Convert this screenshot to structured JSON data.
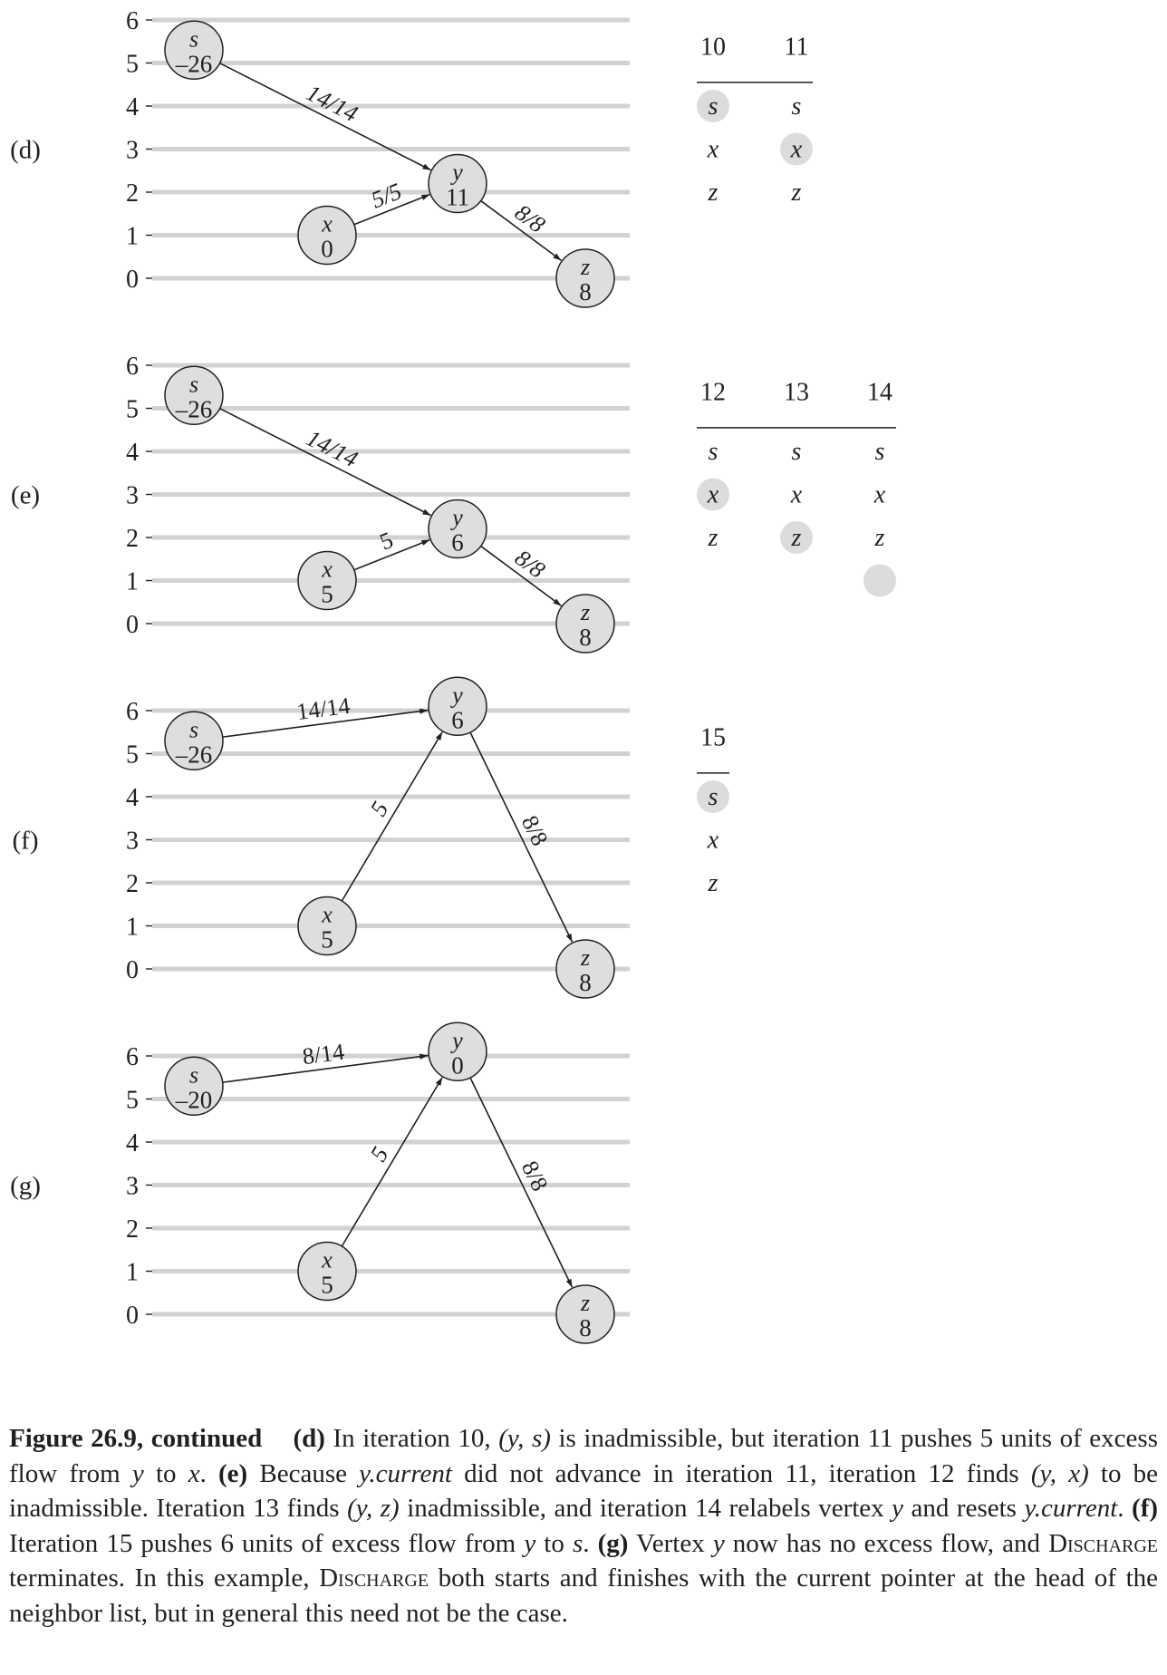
{
  "heights": [
    "0",
    "1",
    "2",
    "3",
    "4",
    "5",
    "6"
  ],
  "panels": [
    {
      "label": "(d)",
      "vertices": [
        {
          "name": "s",
          "excess": "–26",
          "height": 5.3,
          "col": "s"
        },
        {
          "name": "x",
          "excess": "0",
          "height": 1.0,
          "col": "x"
        },
        {
          "name": "y",
          "excess": "11",
          "height": 2.2,
          "col": "y"
        },
        {
          "name": "z",
          "excess": "8",
          "height": 0.0,
          "col": "z"
        }
      ],
      "edges": [
        {
          "from": "s",
          "to": "y",
          "label": "14/14",
          "italic": true
        },
        {
          "from": "x",
          "to": "y",
          "label": "5/5",
          "italic": true
        },
        {
          "from": "y",
          "to": "z",
          "label": "8/8",
          "italic": true
        }
      ],
      "iterations": [
        {
          "label": "10",
          "list": [
            "s",
            "x",
            "z"
          ],
          "highlight": 0
        },
        {
          "label": "11",
          "list": [
            "s",
            "x",
            "z"
          ],
          "highlight": 1
        }
      ]
    },
    {
      "label": "(e)",
      "vertices": [
        {
          "name": "s",
          "excess": "–26",
          "height": 5.3,
          "col": "s"
        },
        {
          "name": "x",
          "excess": "5",
          "height": 1.0,
          "col": "x"
        },
        {
          "name": "y",
          "excess": "6",
          "height": 2.2,
          "col": "y"
        },
        {
          "name": "z",
          "excess": "8",
          "height": 0.0,
          "col": "z"
        }
      ],
      "edges": [
        {
          "from": "s",
          "to": "y",
          "label": "14/14",
          "italic": true
        },
        {
          "from": "x",
          "to": "y",
          "label": "5",
          "italic": false
        },
        {
          "from": "y",
          "to": "z",
          "label": "8/8",
          "italic": true
        }
      ],
      "iterations": [
        {
          "label": "12",
          "list": [
            "s",
            "x",
            "z"
          ],
          "highlight": 1
        },
        {
          "label": "13",
          "list": [
            "s",
            "x",
            "z"
          ],
          "highlight": 2
        },
        {
          "label": "14",
          "list": [
            "s",
            "x",
            "z"
          ],
          "highlight": 3
        }
      ]
    },
    {
      "label": "(f)",
      "vertices": [
        {
          "name": "s",
          "excess": "–26",
          "height": 5.3,
          "col": "s"
        },
        {
          "name": "y",
          "excess": "6",
          "height": 6.1,
          "col": "y"
        },
        {
          "name": "x",
          "excess": "5",
          "height": 1.0,
          "col": "x"
        },
        {
          "name": "z",
          "excess": "8",
          "height": 0.0,
          "col": "z"
        }
      ],
      "edges": [
        {
          "from": "s",
          "to": "y",
          "label": "14/14",
          "italic": false
        },
        {
          "from": "x",
          "to": "y",
          "label": "5",
          "italic": true
        },
        {
          "from": "y",
          "to": "z",
          "label": "8/8",
          "italic": false
        }
      ],
      "iterations": [
        {
          "label": "15",
          "list": [
            "s",
            "x",
            "z"
          ],
          "highlight": 0
        }
      ]
    },
    {
      "label": "(g)",
      "vertices": [
        {
          "name": "s",
          "excess": "–20",
          "height": 5.3,
          "col": "s"
        },
        {
          "name": "y",
          "excess": "0",
          "height": 6.1,
          "col": "y"
        },
        {
          "name": "x",
          "excess": "5",
          "height": 1.0,
          "col": "x"
        },
        {
          "name": "z",
          "excess": "8",
          "height": 0.0,
          "col": "z"
        }
      ],
      "edges": [
        {
          "from": "s",
          "to": "y",
          "label": "8/14",
          "italic": false
        },
        {
          "from": "x",
          "to": "y",
          "label": "5",
          "italic": true
        },
        {
          "from": "y",
          "to": "z",
          "label": "8/8",
          "italic": false
        }
      ],
      "iterations": []
    }
  ],
  "caption": {
    "title": "Figure 26.9, continued",
    "d_tag": "(d)",
    "d_text1": " In iteration 10, ",
    "d_math1": "(y, s)",
    "d_text2": " is inadmissible, but iteration 11 pushes 5 units of excess flow from ",
    "d_y": "y",
    "d_text3": " to ",
    "d_x": "x",
    "d_text4": ". ",
    "e_tag": "(e)",
    "e_text1": " Because ",
    "e_math1": "y.current",
    "e_text2": " did not advance in iteration 11, iteration 12 finds ",
    "e_math2": "(y, x)",
    "e_text3": " to be inadmissible. Iteration 13 finds ",
    "e_math3": "(y, z)",
    "e_text4": " inadmissible, and iteration 14 relabels vertex ",
    "e_y": "y",
    "e_text5": " and resets ",
    "e_math4": "y.current",
    "e_text6": ". ",
    "f_tag": "(f)",
    "f_text1": " Iteration 15 pushes 6 units of excess flow from ",
    "f_y": "y",
    "f_text2": " to ",
    "f_s": "s",
    "f_text3": ". ",
    "g_tag": "(g)",
    "g_text1": " Vertex ",
    "g_y": "y",
    "g_text2": " now has no excess flow, and ",
    "g_proc1": "Discharge",
    "g_text3": " terminates. In this example, ",
    "g_proc2": "Discharge",
    "g_text4": " both starts and finishes with the current pointer at the head of the neighbor list, but in general this need not be the case."
  }
}
